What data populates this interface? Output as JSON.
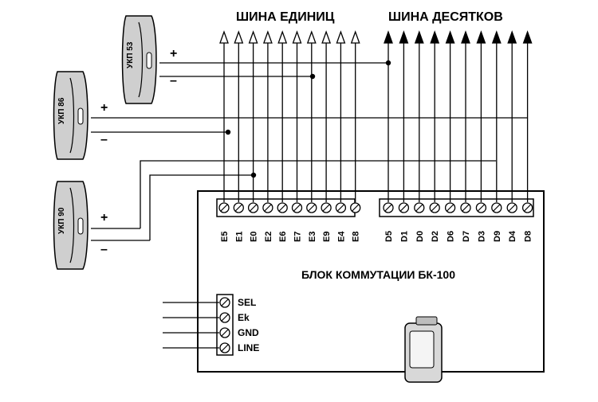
{
  "bus_units": {
    "title": "ШИНА ЕДИНИЦ",
    "terminals": [
      "E5",
      "E1",
      "E0",
      "E2",
      "E6",
      "E7",
      "E3",
      "E9",
      "E4",
      "E8"
    ]
  },
  "bus_tens": {
    "title": "ШИНА ДЕСЯТКОВ",
    "terminals": [
      "D5",
      "D1",
      "D0",
      "D2",
      "D6",
      "D7",
      "D3",
      "D9",
      "D4",
      "D8"
    ]
  },
  "block": {
    "title": "БЛОК КОММУТАЦИИ БК-100",
    "side_terminals": [
      "SEL",
      "Ek",
      "GND",
      "LINE"
    ]
  },
  "handsets": [
    {
      "label": "УКП 53",
      "plus": "+",
      "minus": "–"
    },
    {
      "label": "УКП 86",
      "plus": "+",
      "minus": "–"
    },
    {
      "label": "УКП 90",
      "plus": "+",
      "minus": "–"
    }
  ]
}
